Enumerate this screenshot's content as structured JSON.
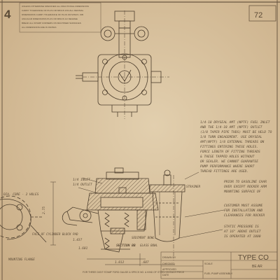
{
  "sheet_corner_number": "4",
  "header_note_lines": [
    "UNLESS OTHERWISE SPECIFIED ALL FRACTIONAL DIMENSIONS",
    "CARRY TOLERANCE OF PLUS OR MINUS 1/64 ALL DECIMAL",
    "DIMENSIONS CARRY TOLERANCE OF PLUS OR MINUS .005",
    "ANGULAR DIMENSIONS PLUS OR MINUS 1/2 DEGREE",
    "BREAK ALL SHARP CORNERS ON MACHINED SURFACES",
    "ALL DIMENSIONS ARE IN INCHES"
  ],
  "top_right_box": "72",
  "side_note_lines": [
    "1/4-18 DRYSEAL AMT (NPTF) FUEL INLET",
    "AND THE 1/4-18 AMT (NPTF) OUTLET",
    "(1/8 TAPER PIPE THDS) MUST BE HELD TO",
    "1/8 TURN ENGAGEMENT. USE DRYSEAL",
    "AMT(NPTF) 1/8 EXTERNAL THREADS ON",
    "FITTINGS ENTERING THESE HOLES.",
    "FORCE LENGTH OF FITTING THREADS",
    "& THESE TAPPED HOLES WITHOUT",
    "OR SEALER. WE CANNOT GUARANTEE",
    "PUMP PERFORMANCE WHERE SHORT",
    "THREAD FITTINGS ARE USED."
  ],
  "note_prior": [
    "PRIOR TO GASOLINE CHAR",
    "OVER EXCEPT ROCKER ARM",
    "MOUNTING SURFACE OF"
  ],
  "note_customer": [
    "CUSTOMER MUST ASSUME",
    "FOR INSTALLATION AND",
    "CLEARANCES FOR ROCKER"
  ],
  "note_static": [
    "STATIC PRESSURE IS",
    "AT 16\" ABOVE OUTLET",
    "IS OPERATED AT 1800"
  ],
  "labels": {
    "dia_holes": "DIA. CORE - 2 HOLES",
    "inlet": "1/4 INLET",
    "outlet": "1/4 OUTLET",
    "face_of_cylinder": "FACE OF CYLINDER BLOCK PAD",
    "mounting_flange": "MOUNTING FLANGE",
    "sediment_bowl": "SEDIMENT BOWL",
    "section_b": "SECTION BB",
    "glass_bowl": "GLASS BOWL",
    "strainer": "STRAINER",
    "dim_275": "2.75",
    "dim_1437": "1.437",
    "dim_1812": "1.812",
    "dim_1601": "1.601",
    "dim_687": ".687",
    "bottom_caption": "FOR THREE DIGIT STAMP FORD GAUGE & SPECS NO. & KIND OF STEEL ON EACH PIECE"
  },
  "title_block": {
    "type": "TYPE CO",
    "rows": [
      "DRAWN BY",
      "CHECKED",
      "APPROVED",
      "DATE",
      "SCALE"
    ],
    "company": "BE AR",
    "part_name": "FUEL PUMP ASSEMBLY"
  }
}
